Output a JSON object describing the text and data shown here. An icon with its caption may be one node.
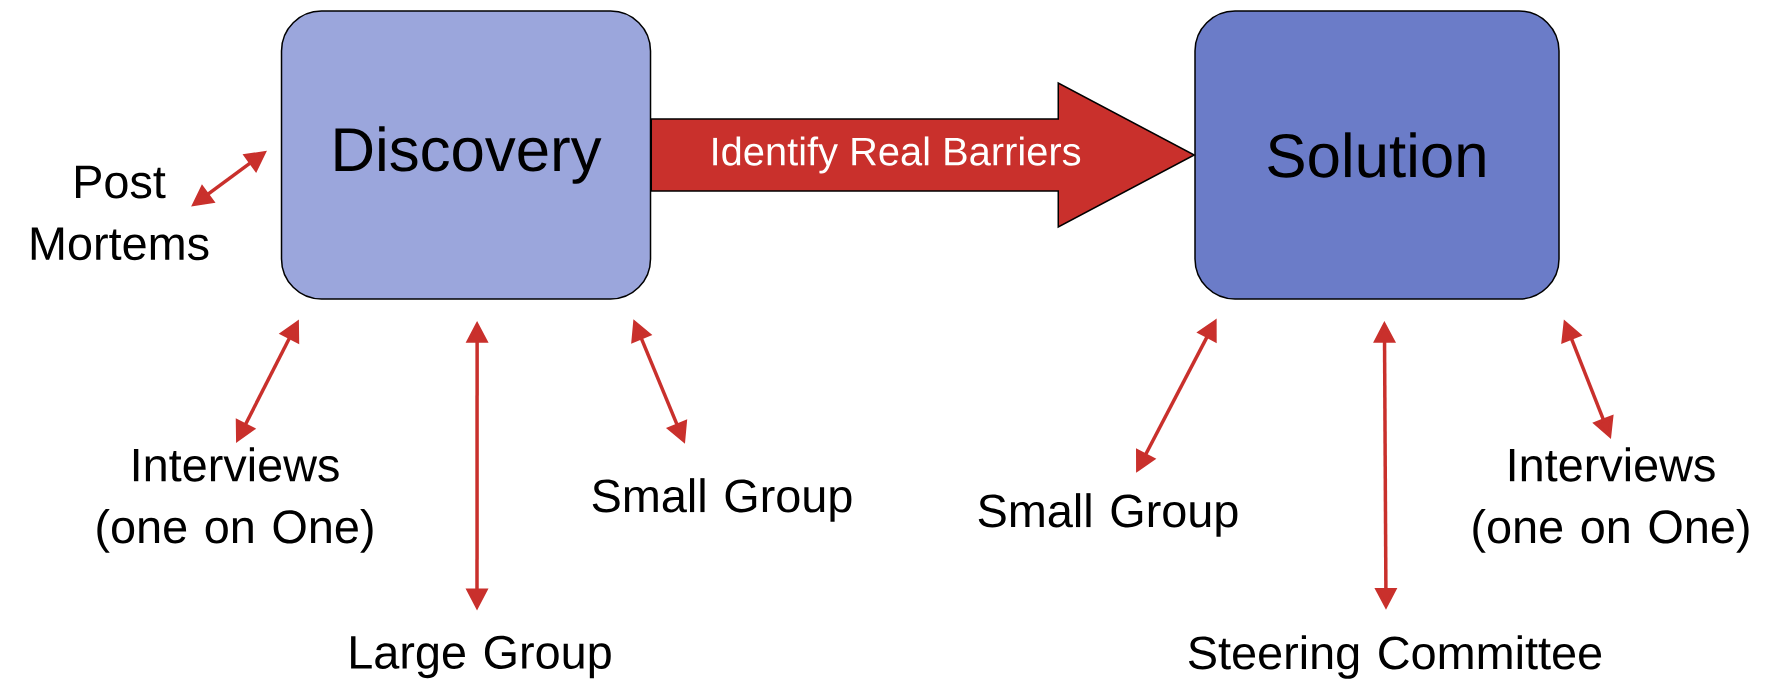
{
  "diagram": {
    "nodes": [
      {
        "text": [
          "Discovery"
        ]
      },
      {
        "text": [
          "Solution"
        ]
      },
      {
        "text": [
          "Post Mortems"
        ]
      },
      {
        "text": [
          "Interviews (one on One)"
        ]
      },
      {
        "text": [
          "Large Group"
        ]
      },
      {
        "text": [
          "Small Group"
        ]
      },
      {
        "text": [
          "Small Group"
        ]
      },
      {
        "text": [
          "Steering Committee"
        ]
      },
      {
        "text": [
          "Interviews (one on One)"
        ]
      }
    ],
    "edges": [
      {
        "from": 0,
        "to": 1,
        "arrow": "to",
        "label": "Identify Real Barriers",
        "style": "thick"
      },
      {
        "from": 2,
        "to": 0,
        "arrow": "both"
      },
      {
        "from": 3,
        "to": 0,
        "arrow": "both"
      },
      {
        "from": 4,
        "to": 0,
        "arrow": "both"
      },
      {
        "from": 5,
        "to": 0,
        "arrow": "both"
      },
      {
        "from": 6,
        "to": 1,
        "arrow": "both"
      },
      {
        "from": 7,
        "to": 1,
        "arrow": "both"
      },
      {
        "from": 8,
        "to": 1,
        "arrow": "both"
      }
    ]
  }
}
